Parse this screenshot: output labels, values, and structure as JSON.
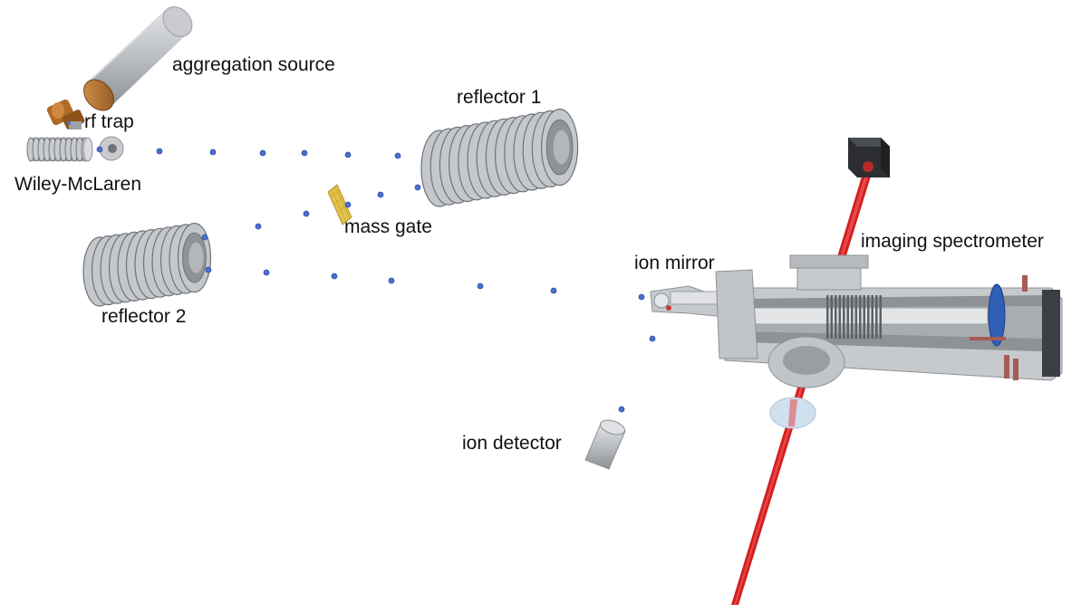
{
  "labels": {
    "aggregation_source": "aggregation source",
    "rf_trap": "rf trap",
    "wiley_mclaren": "Wiley-McLaren",
    "reflector_1": "reflector 1",
    "mass_gate": "mass gate",
    "reflector_2": "reflector 2",
    "ion_mirror": "ion mirror",
    "imaging_spectrometer": "imaging spectrometer",
    "ion_detector": "ion detector"
  },
  "colors": {
    "metal": "#b9bcc0",
    "metal_dark": "#7c8085",
    "copper": "#b8762e",
    "ion_dot": "#4b6ed1",
    "laser": "#d52222",
    "mass_gate": "#e2c24a",
    "window": "#cfe0ee"
  }
}
